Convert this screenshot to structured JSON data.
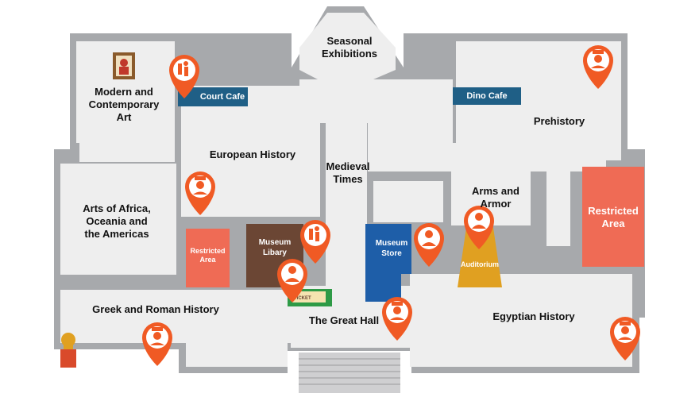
{
  "colors": {
    "wall": "#a7a9ac",
    "floor": "#eeeeee",
    "pin": "#f05a24",
    "restricted": "#ef6b55",
    "cafe": "#1f5f86",
    "library": "#6b4634",
    "store": "#1e5ea8",
    "auditorium": "#e0a021",
    "ticket": "#2e9a46"
  },
  "rooms": {
    "seasonal": "Seasonal\nExhibitions",
    "modern": "Modern and\nContemporary\nArt",
    "european": "European History",
    "medieval": "Medieval\nTimes",
    "prehistory": "Prehistory",
    "arms": "Arms and\nArmor",
    "africa": "Arts of Africa,\nOceania and\nthe Americas",
    "greek": "Greek and Roman History",
    "great_hall": "The Great Hall",
    "egyptian": "Egyptian History"
  },
  "facilities": {
    "court_cafe": "Court Cafe",
    "dino_cafe": "Dino Cafe",
    "restricted_small": "Restricted\nArea",
    "restricted_large": "Restricted\nArea",
    "library": "Museum\nLibary",
    "store": "Museum\nStore",
    "auditorium": "Auditorium"
  },
  "markers": [
    {
      "kind": "artwork-frame",
      "near": "modern"
    },
    {
      "kind": "pin-cleaning",
      "near": "court-cafe"
    },
    {
      "kind": "pin-guard",
      "near": "prehistory"
    },
    {
      "kind": "pin-guard",
      "near": "africa"
    },
    {
      "kind": "pin-cleaning",
      "near": "library"
    },
    {
      "kind": "pin-person",
      "near": "library"
    },
    {
      "kind": "pin-person",
      "near": "store"
    },
    {
      "kind": "pin-person",
      "near": "auditorium"
    },
    {
      "kind": "pin-guard",
      "near": "great-hall"
    },
    {
      "kind": "pin-guard",
      "near": "greek"
    },
    {
      "kind": "pin-guard",
      "near": "egyptian"
    },
    {
      "kind": "ticket-counter",
      "near": "great-hall"
    },
    {
      "kind": "helmet-bust",
      "near": "greek"
    }
  ]
}
